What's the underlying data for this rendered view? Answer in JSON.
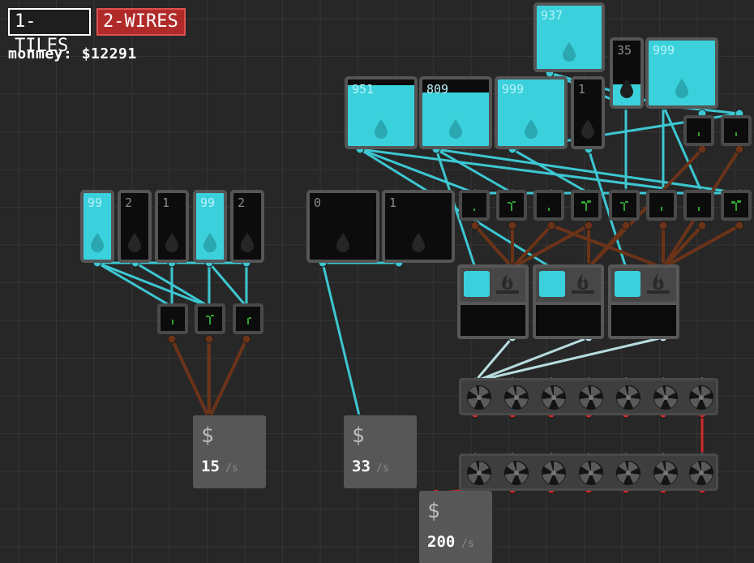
{
  "tabs": [
    {
      "label": "1-TILES"
    },
    {
      "label": "2-WIRES"
    }
  ],
  "money": {
    "text": "monmey: $12291"
  },
  "tanks": [
    {
      "level": "937"
    },
    {
      "level": "35"
    },
    {
      "level": "999"
    },
    {
      "level": "951"
    },
    {
      "level": "809"
    },
    {
      "level": "999"
    },
    {
      "level": "1"
    },
    {
      "level": "99"
    },
    {
      "level": "2"
    },
    {
      "level": "1"
    },
    {
      "level": "99"
    },
    {
      "level": "2"
    },
    {
      "level": "0"
    },
    {
      "level": "1"
    }
  ],
  "sellers": [
    {
      "rate": "15",
      "unit": "/s",
      "icon": "dollar-icon"
    },
    {
      "rate": "33",
      "unit": "/s",
      "icon": "dollar-icon"
    },
    {
      "rate": "200",
      "unit": "/s",
      "icon": "dollar-icon"
    }
  ],
  "colors": {
    "water": "#3ad1dc",
    "water_wire": "#3cc7d2",
    "soil_wire": "#6b3318",
    "heat_wire": "#b8dde0",
    "power_wire": "#d22a2a",
    "wires_tab": "#b12a2a",
    "panel": "#575757",
    "background": "#272727"
  },
  "icons": [
    "water-drop-icon",
    "sprout-icon",
    "flame-icon",
    "fan-icon",
    "dollar-icon"
  ]
}
